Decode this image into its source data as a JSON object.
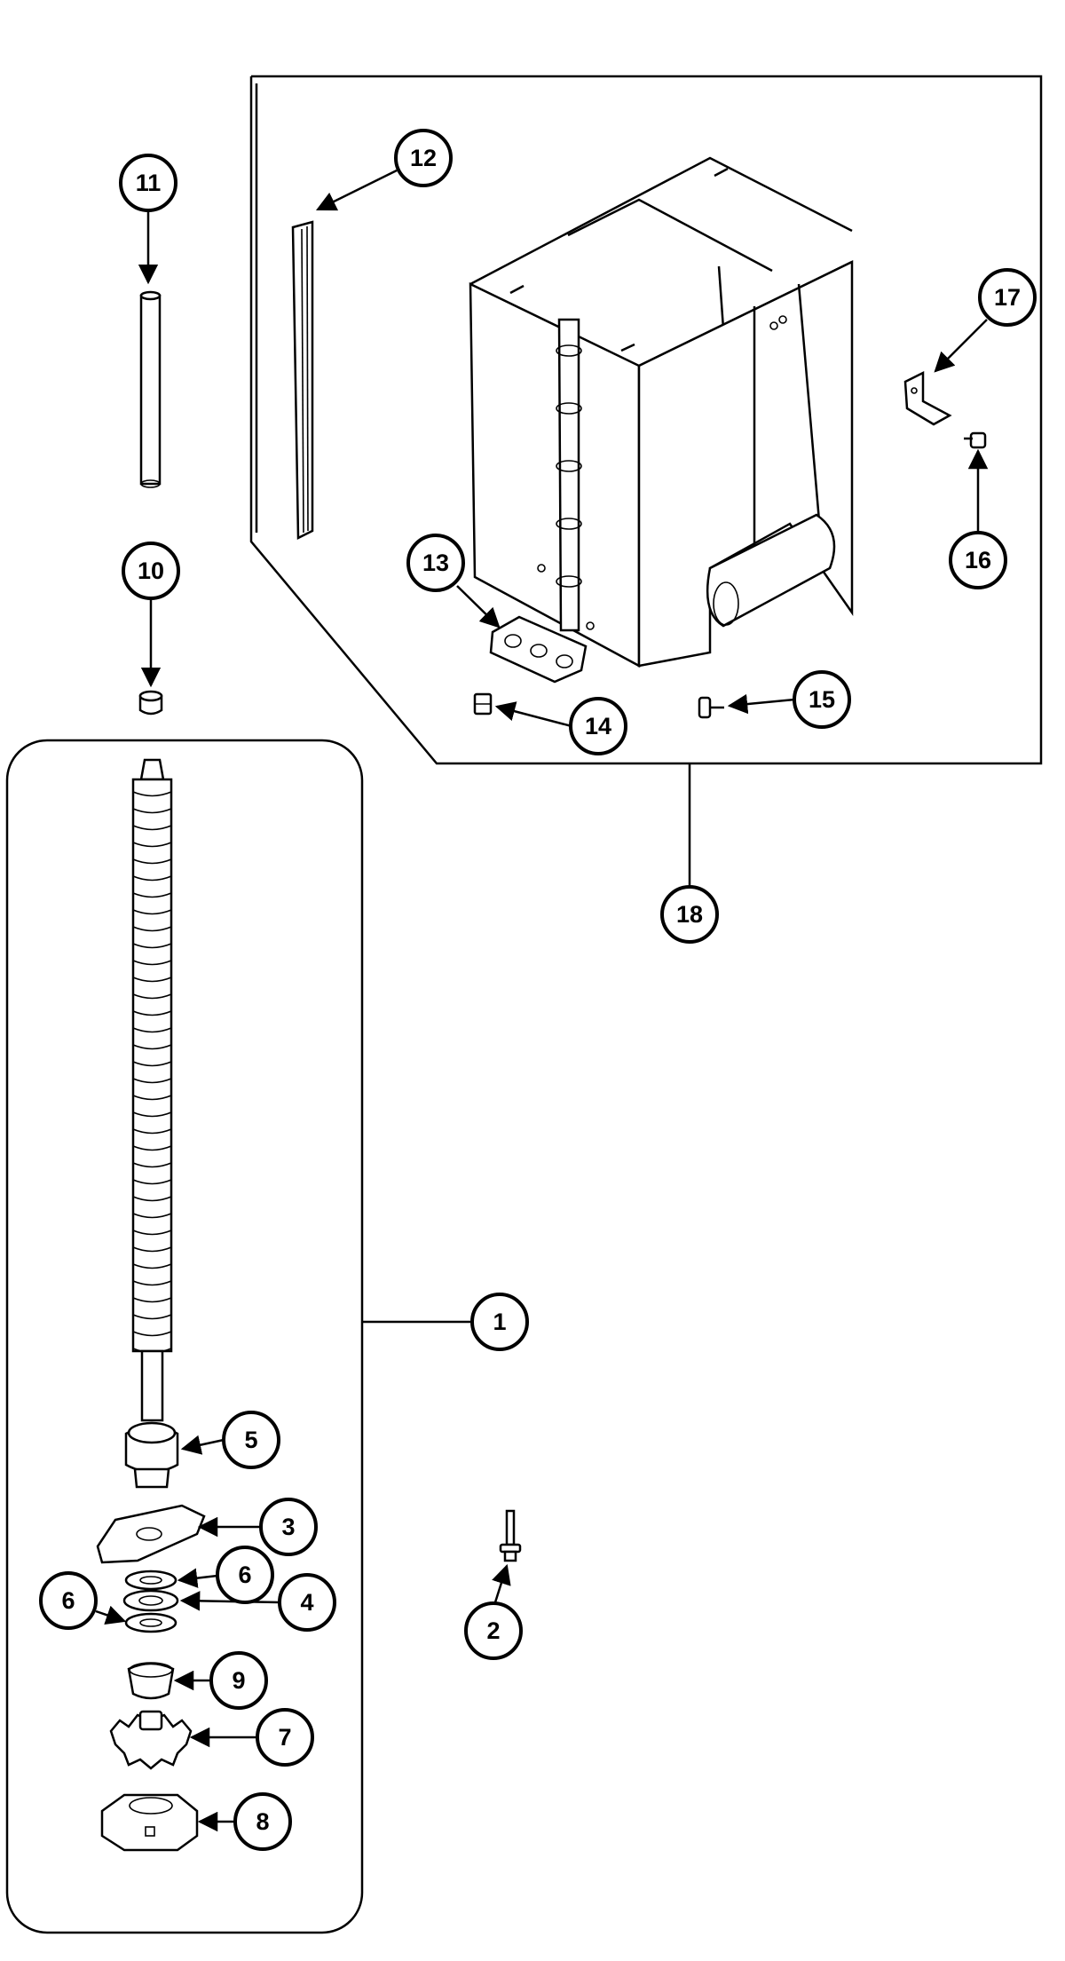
{
  "callouts": [
    {
      "id": "1",
      "label": "1"
    },
    {
      "id": "2",
      "label": "2"
    },
    {
      "id": "3",
      "label": "3"
    },
    {
      "id": "4",
      "label": "4"
    },
    {
      "id": "5",
      "label": "5"
    },
    {
      "id": "6a",
      "label": "6"
    },
    {
      "id": "6b",
      "label": "6"
    },
    {
      "id": "7",
      "label": "7"
    },
    {
      "id": "8",
      "label": "8"
    },
    {
      "id": "9",
      "label": "9"
    },
    {
      "id": "10",
      "label": "10"
    },
    {
      "id": "11",
      "label": "11"
    },
    {
      "id": "12",
      "label": "12"
    },
    {
      "id": "13",
      "label": "13"
    },
    {
      "id": "14",
      "label": "14"
    },
    {
      "id": "15",
      "label": "15"
    },
    {
      "id": "16",
      "label": "16"
    },
    {
      "id": "17",
      "label": "17"
    },
    {
      "id": "18",
      "label": "18"
    }
  ]
}
